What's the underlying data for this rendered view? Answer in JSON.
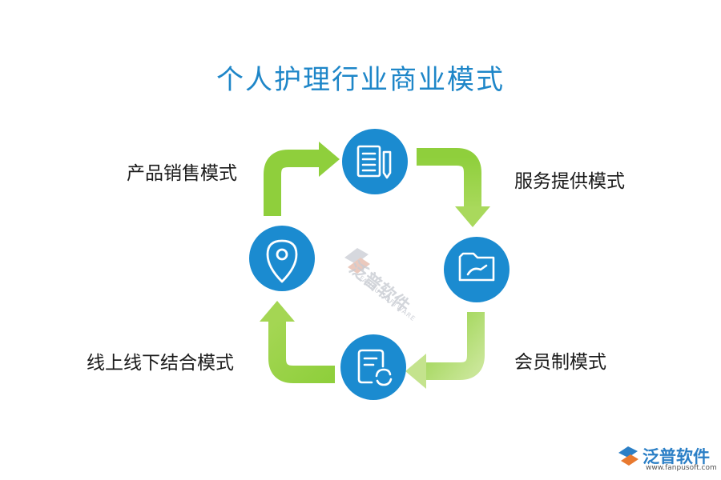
{
  "title": "个人护理行业商业模式",
  "labels": {
    "product": "产品销售模式",
    "service": "服务提供模式",
    "member": "会员制模式",
    "online": "线上线下结合模式"
  },
  "icons": {
    "top": "document-pencil-icon",
    "right": "folder-icon",
    "bottom": "document-refresh-icon",
    "left": "location-pin-icon"
  },
  "watermark": {
    "name": "泛普软件",
    "sub": "FANPU SOFTWARE"
  },
  "brand": {
    "name": "泛普软件",
    "url": "www.fanpusoft.com"
  },
  "colors": {
    "title": "#1e86c8",
    "circle": "#1b8bd0",
    "arrow_green": "#8fcf3c",
    "arrow_light": "#c4e38d"
  }
}
